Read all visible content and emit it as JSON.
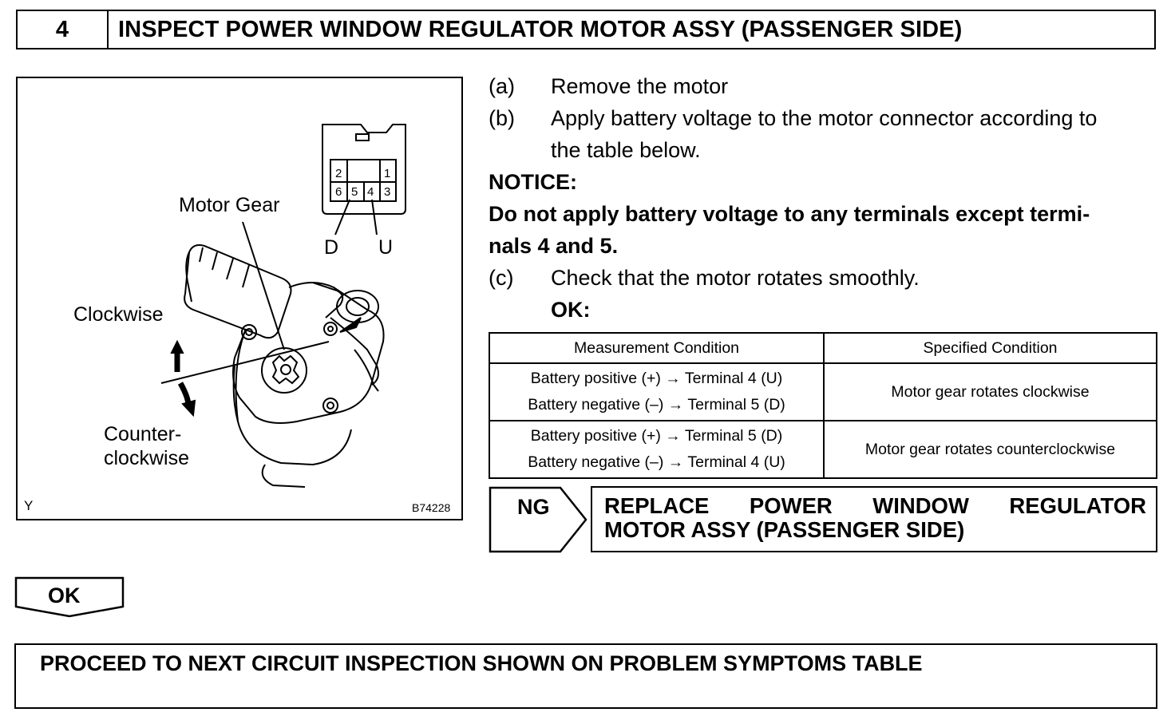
{
  "header": {
    "step_number": "4",
    "title": "INSPECT POWER WINDOW REGULATOR MOTOR ASSY (PASSENGER SIDE)"
  },
  "figure": {
    "labels": {
      "motor_gear": "Motor Gear",
      "clockwise": "Clockwise",
      "counter_1": "Counter-",
      "counter_2": "clockwise",
      "d": "D",
      "u": "U",
      "corner": "Y",
      "code": "B74228"
    },
    "connector_pins": {
      "p2": "2",
      "p1": "1",
      "p6": "6",
      "p5": "5",
      "p4": "4",
      "p3": "3"
    }
  },
  "steps": {
    "a_marker": "(a)",
    "a_text": "Remove the motor",
    "b_marker": "(b)",
    "b_text_1": "Apply battery voltage to the motor connector according to",
    "b_text_2": "the table below.",
    "notice_title": "NOTICE:",
    "notice_1": "Do not apply battery voltage to any terminals except termi-",
    "notice_2": "nals 4 and 5.",
    "c_marker": "(c)",
    "c_text": "Check that the motor rotates smoothly.",
    "ok_label": "OK:"
  },
  "table": {
    "headers": [
      "Measurement Condition",
      "Specified Condition"
    ],
    "rows": [
      {
        "m1": "Battery positive (+) → Terminal 4 (U)",
        "m2": "Battery negative (–) → Terminal 5 (D)",
        "spec": "Motor gear rotates clockwise"
      },
      {
        "m1": "Battery positive (+) → Terminal 5 (D)",
        "m2": "Battery negative (–) → Terminal 4 (U)",
        "spec": "Motor gear rotates counterclockwise"
      }
    ]
  },
  "ng": {
    "tag": "NG",
    "line1": "REPLACE POWER WINDOW REGULATOR",
    "line2": "MOTOR ASSY (PASSENGER SIDE)"
  },
  "ok": {
    "tag": "OK"
  },
  "final": {
    "text": "PROCEED TO NEXT CIRCUIT INSPECTION SHOWN ON PROBLEM SYMPTOMS TABLE"
  }
}
